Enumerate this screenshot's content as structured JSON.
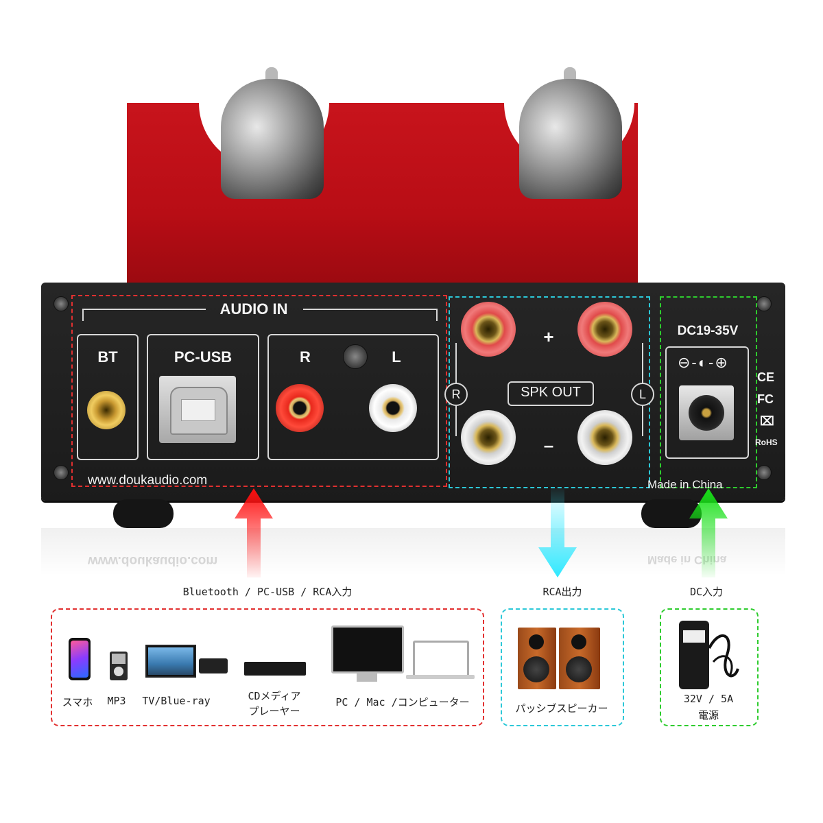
{
  "panel": {
    "audio_in": "AUDIO IN",
    "bt": "BT",
    "pc_usb": "PC-USB",
    "rca_r": "R",
    "rca_l": "L",
    "website": "www.doukaudio.com",
    "plus": "+",
    "minus": "–",
    "spk_out": "SPK OUT",
    "spk_r": "R",
    "spk_l": "L",
    "dc_voltage": "DC19-35V",
    "made_in": "Made in China",
    "ce": "CE",
    "fc": "FC",
    "rohs": "RoHS"
  },
  "captions": {
    "inputs": "Bluetooth / PC-USB / RCA入力",
    "rca_out": "RCA出力",
    "dc_in": "DC入力"
  },
  "devices": {
    "phone": "スマホ",
    "mp3": "MP3",
    "tv": "TV/Blue-ray",
    "cd_line1": "CDメディア",
    "cd_line2": "プレーヤー",
    "pc": "PC / Mac /コンピューター",
    "speakers": "パッシブスピーカー",
    "power_line1": "32V / 5A",
    "power_line2": "電源"
  },
  "colors": {
    "case_red": "#c8141c",
    "dash_red": "#e23030",
    "dash_cyan": "#2cc8d8",
    "dash_green": "#2ecc2e"
  }
}
